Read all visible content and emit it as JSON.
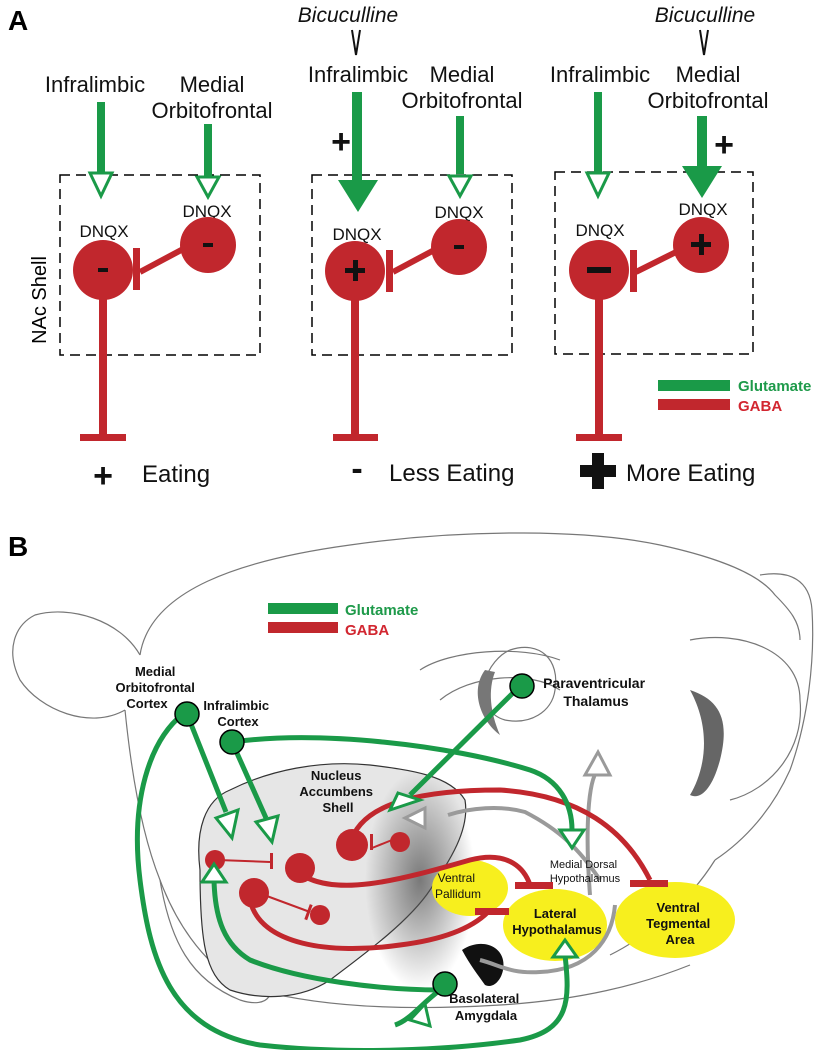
{
  "panel_a": {
    "label": "A",
    "region_label": "NAc Shell",
    "agonist_label": "DNQX",
    "drug_label": "Bicuculline",
    "input_1": "Infralimbic",
    "input_2_line1": "Medial",
    "input_2_line2": "Orbitofrontal",
    "plus_sign": "+",
    "minus_sign": "-",
    "outcome_1": "Eating",
    "outcome_2": "Less Eating",
    "outcome_3": "More Eating",
    "legend": {
      "glutamate": "Glutamate",
      "gaba": "GABA"
    }
  },
  "panel_b": {
    "label": "B",
    "legend": {
      "glutamate": "Glutamate",
      "gaba": "GABA"
    },
    "mofc_line1": "Medial",
    "mofc_line2": "Orbitofrontal",
    "mofc_line3": "Cortex",
    "il_line1": "Infralimbic",
    "il_line2": "Cortex",
    "pvt_line1": "Paraventricular",
    "pvt_line2": "Thalamus",
    "nac_line1": "Nucleus",
    "nac_line2": "Accumbens",
    "nac_line3": "Shell",
    "mdh_line1": "Medial Dorsal",
    "mdh_line2": "Hypothalamus",
    "vp_line1": "Ventral",
    "vp_line2": "Pallidum",
    "lh_line1": "Lateral",
    "lh_line2": "Hypothalamus",
    "vta_line1": "Ventral",
    "vta_line2": "Tegmental",
    "vta_line3": "Area",
    "bla_line1": "Basolateral",
    "bla_line2": "Amygdala"
  },
  "colors": {
    "glutamate": "#1a9a48",
    "gaba": "#c1272d",
    "text_glutamate": "#1e9a4a",
    "text_gaba": "#d22630",
    "highlight": "#f7ef1e",
    "gray_path": "#9a9a9a"
  }
}
